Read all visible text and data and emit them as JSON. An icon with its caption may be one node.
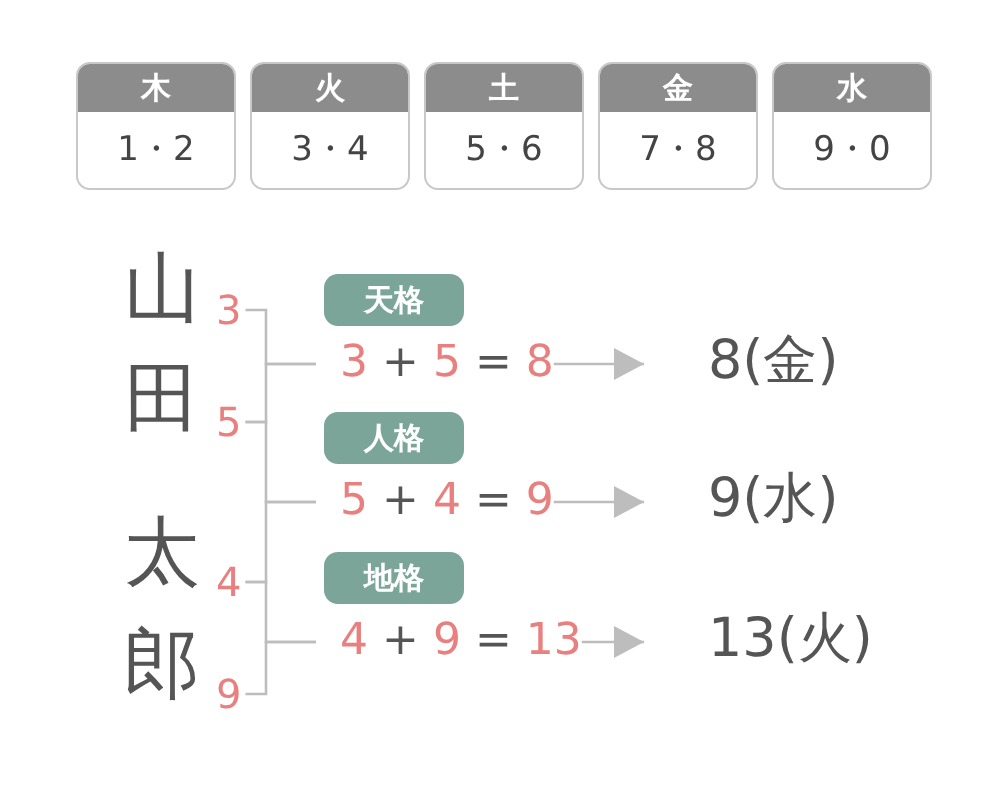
{
  "diagram": {
    "nodes": [
      {
        "text": [
          "木",
          "1・2"
        ]
      },
      {
        "text": [
          "火",
          "3・4"
        ]
      },
      {
        "text": [
          "土",
          "5・6"
        ]
      },
      {
        "text": [
          "金",
          "7・8"
        ]
      },
      {
        "text": [
          "水",
          "9・0"
        ]
      },
      {
        "text": [
          "3"
        ]
      },
      {
        "text": [
          "5"
        ]
      },
      {
        "text": [
          "4"
        ]
      },
      {
        "text": [
          "9"
        ]
      },
      {
        "text": [
          "天格",
          "3 + 5 = 8"
        ]
      },
      {
        "text": [
          "人格",
          "5 + 4 = 9"
        ]
      },
      {
        "text": [
          "地格",
          "4 + 9 = 13"
        ]
      },
      {
        "text": [
          "8(金)"
        ]
      },
      {
        "text": [
          "9(水)"
        ]
      },
      {
        "text": [
          "13(火)"
        ]
      }
    ],
    "edges": [
      {
        "from": 5,
        "to": 9,
        "arrow": "none"
      },
      {
        "from": 6,
        "to": 9,
        "arrow": "none"
      },
      {
        "from": 6,
        "to": 10,
        "arrow": "none"
      },
      {
        "from": 7,
        "to": 10,
        "arrow": "none"
      },
      {
        "from": 7,
        "to": 11,
        "arrow": "none"
      },
      {
        "from": 8,
        "to": 11,
        "arrow": "none"
      },
      {
        "from": 9,
        "to": 12,
        "arrow": "to"
      },
      {
        "from": 10,
        "to": 13,
        "arrow": "to"
      },
      {
        "from": 11,
        "to": 14,
        "arrow": "to"
      }
    ],
    "labels": [
      "山",
      "田",
      "太",
      "郎"
    ]
  }
}
